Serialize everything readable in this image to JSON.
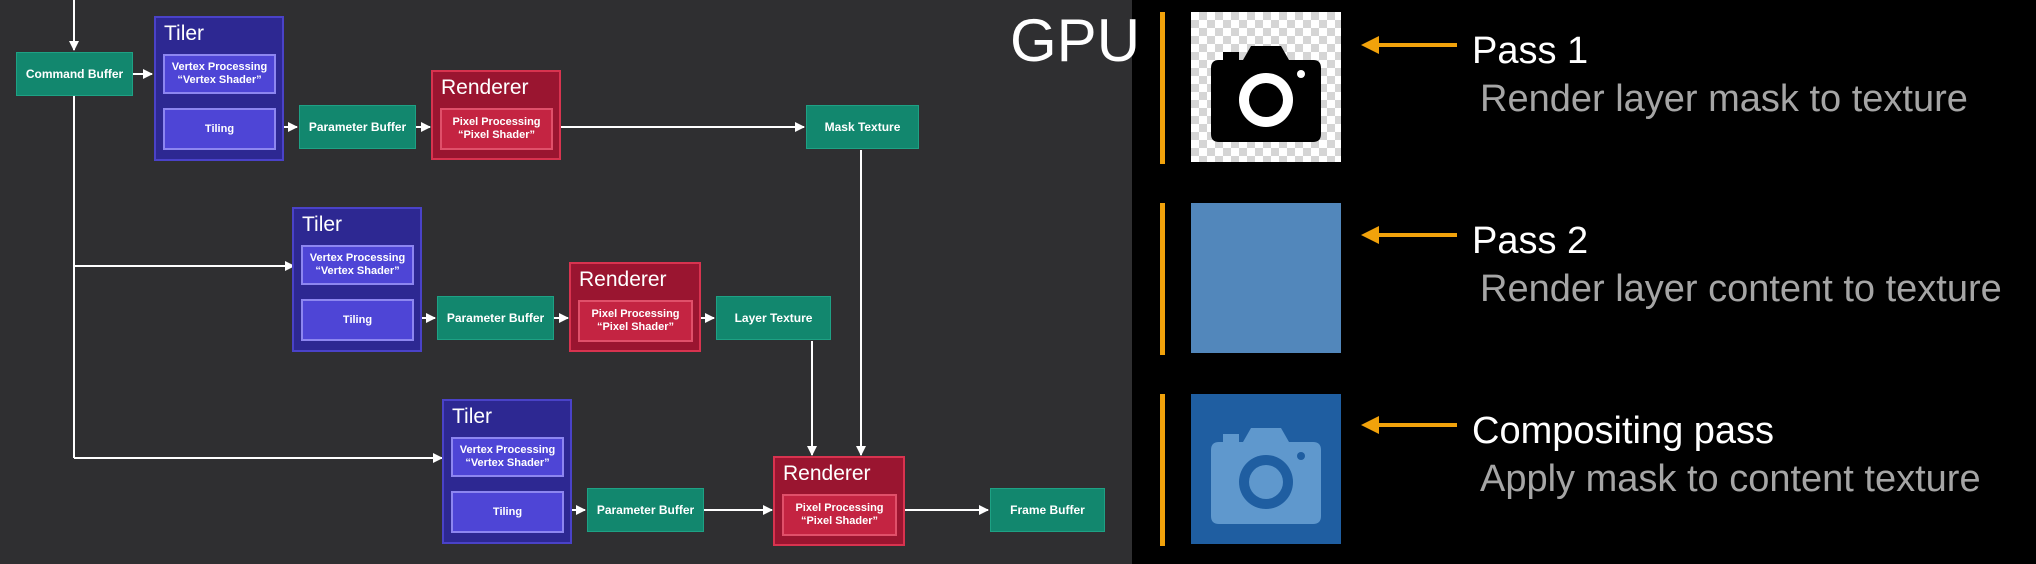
{
  "gpu_label": "GPU",
  "diagram": {
    "command_buffer": "Command Buffer",
    "rows": [
      {
        "tiler": "Tiler",
        "vertex_line1": "Vertex Processing",
        "vertex_line2": "“Vertex Shader”",
        "tiling": "Tiling",
        "parameter_buffer": "Parameter Buffer",
        "renderer": "Renderer",
        "pixel_line1": "Pixel Processing",
        "pixel_line2": "“Pixel Shader”",
        "output": "Mask Texture"
      },
      {
        "tiler": "Tiler",
        "vertex_line1": "Vertex Processing",
        "vertex_line2": "“Vertex Shader”",
        "tiling": "Tiling",
        "parameter_buffer": "Parameter Buffer",
        "renderer": "Renderer",
        "pixel_line1": "Pixel Processing",
        "pixel_line2": "“Pixel Shader”",
        "output": "Layer Texture"
      },
      {
        "tiler": "Tiler",
        "vertex_line1": "Vertex Processing",
        "vertex_line2": "“Vertex Shader”",
        "tiling": "Tiling",
        "parameter_buffer": "Parameter Buffer",
        "renderer": "Renderer",
        "pixel_line1": "Pixel Processing",
        "pixel_line2": "“Pixel Shader”",
        "output": "Frame Buffer"
      }
    ]
  },
  "passes": [
    {
      "title": "Pass 1",
      "subtitle": "Render layer mask to texture",
      "thumb": "camera-mask-on-checker"
    },
    {
      "title": "Pass 2",
      "subtitle": "Render layer content to texture",
      "thumb": "blue-fill"
    },
    {
      "title": "Compositing pass",
      "subtitle": "Apply mask to content texture",
      "thumb": "masked-camera-blue"
    }
  ],
  "colors": {
    "accent_orange": "#f1a20b",
    "buffer_teal": "#12876e",
    "tiler_purple": "#2d2892",
    "renderer_red": "#9a1530",
    "layer_blue": "#5287bb",
    "composite_blue": "#1f5ea1",
    "composite_camera": "#5f98cd"
  }
}
